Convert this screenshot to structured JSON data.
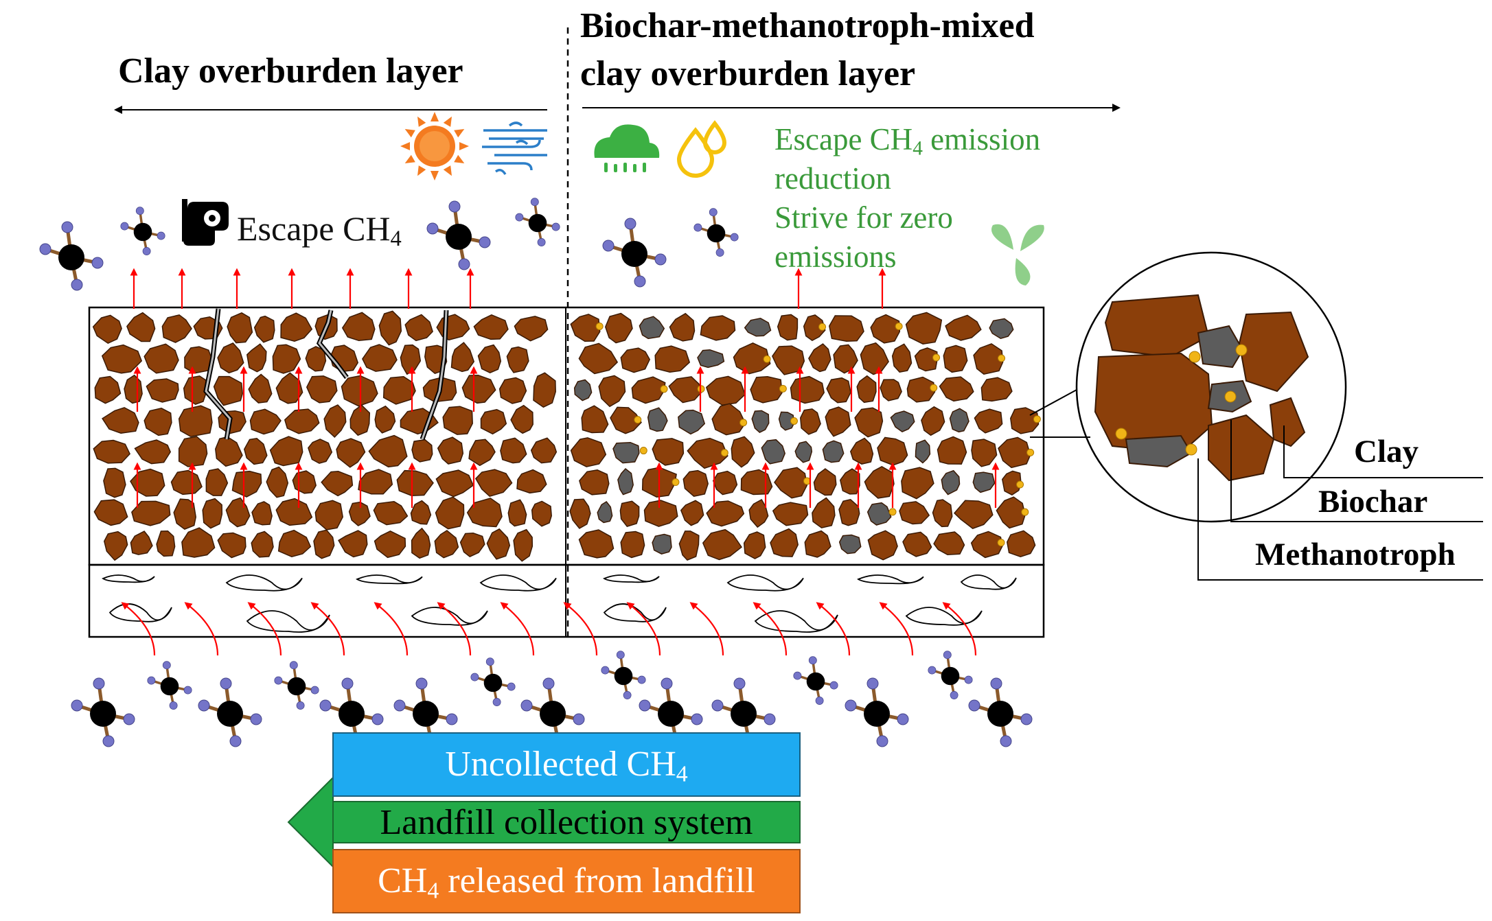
{
  "headers": {
    "left": "Clay overburden layer",
    "right_line1": "Biochar-methanotroph-mixed",
    "right_line2": "clay overburden layer"
  },
  "escape_label": {
    "prefix": "Escape CH",
    "sub": "4"
  },
  "green_notes": {
    "line1_prefix": "Escape CH",
    "line1_sub": "4",
    "line1_suffix": " emission",
    "line2": "reduction",
    "line3": "Strive for zero",
    "line4": "emissions"
  },
  "legend": {
    "clay": "Clay",
    "biochar": "Biochar",
    "methanotroph": "Methanotroph"
  },
  "boxes": {
    "uncollected_prefix": "Uncollected CH",
    "uncollected_sub": "4",
    "collection": "Landfill collection system",
    "released_prefix": "CH",
    "released_sub": "4",
    "released_suffix": " released from landfill"
  },
  "icons": [
    "sun-icon",
    "wind-icon",
    "rain-cloud-icon",
    "oil-drops-icon",
    "skull-warning-icon",
    "recycle-leaves-icon",
    "methane-molecule-icon"
  ],
  "colors": {
    "clay": "#8b3f0a",
    "biochar": "#5c5c5c",
    "methanotroph": "#f0b417",
    "arrow": "#ff0000",
    "uncollected_box": "#1eaaf1",
    "collection_box": "#22aa48",
    "released_box": "#f47b20",
    "note_green": "#3a9a3a",
    "hydrogen": "#7474c8",
    "carbon": "#000000",
    "bond": "#8b5a2b"
  }
}
